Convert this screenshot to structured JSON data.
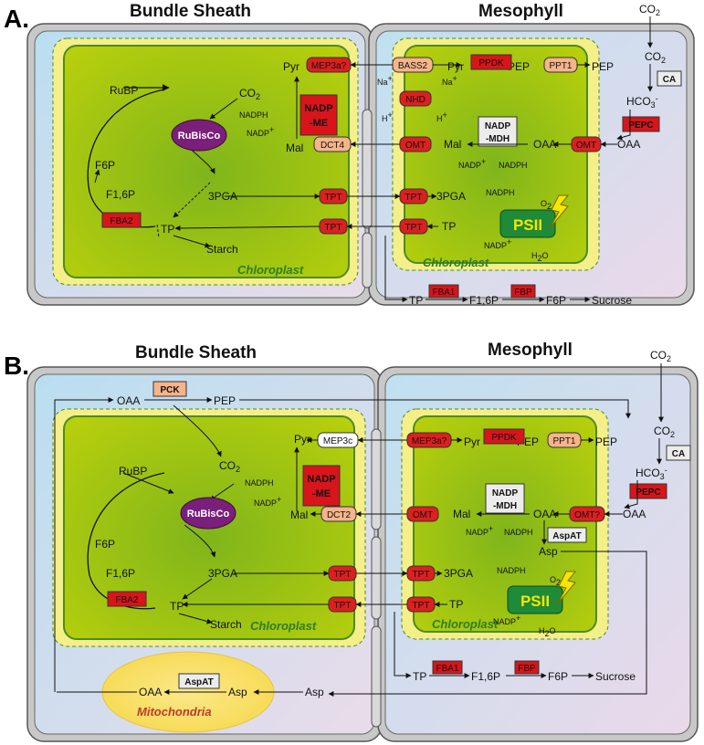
{
  "panelA": {
    "label": "A.",
    "bs_title": "Bundle Sheath",
    "ms_title": "Mesophyll",
    "chloroplast": "Chloroplast",
    "metabolites": {
      "rubp": "RuBP",
      "f6p": "F6P",
      "f16p": "F1,6P",
      "tp": "TP",
      "starch": "Starch",
      "pga3": "3PGA",
      "co2": "CO",
      "nadph": "NADPH",
      "nadp": "NADP",
      "mal": "Mal",
      "pyr": "Pyr",
      "pep": "PEP",
      "oaa": "OAA",
      "hco3": "HCO",
      "na": "Na",
      "h": "H",
      "o2": "O",
      "h2o": "H",
      "sucrose": "Sucrose"
    },
    "enzymes": {
      "rubisco": "RuBisCo",
      "nadp_me_1": "NADP",
      "nadp_me_2": "-ME",
      "nadp_mdh_1": "NADP",
      "nadp_mdh_2": "-MDH",
      "fba2": "FBA2",
      "fba1": "FBA1",
      "fbp": "FBP",
      "ppdk": "PPDK",
      "pepc": "PEPC",
      "ca": "CA",
      "psii": "PSII"
    },
    "transporters": {
      "mep3a": "MEP3a?",
      "bass2": "BASS2",
      "nhd": "NHD",
      "ppt1": "PPT1",
      "dct4": "DCT4",
      "omt1": "OMT",
      "omt2": "OMT",
      "tpt1": "TPT",
      "tpt2": "TPT",
      "tpt3": "TPT",
      "tpt4": "TPT"
    }
  },
  "panelB": {
    "label": "B.",
    "bs_title": "Bundle Sheath",
    "ms_title": "Mesophyll",
    "chloroplast": "Chloroplast",
    "mitochondria": "Mitochondria",
    "metabolites": {
      "oaa": "OAA",
      "pep": "PEP",
      "rubp": "RuBP",
      "f6p": "F6P",
      "f16p": "F1,6P",
      "tp": "TP",
      "starch": "Starch",
      "pga3": "3PGA",
      "co2": "CO",
      "nadph": "NADPH",
      "nadp": "NADP",
      "mal": "Mal",
      "pyr": "Pyr",
      "asp": "Asp",
      "hco3": "HCO",
      "o2": "O",
      "h2o": "H",
      "sucrose": "Sucrose"
    },
    "enzymes": {
      "pck": "PCK",
      "rubisco": "RuBisCo",
      "nadp_me_1": "NADP",
      "nadp_me_2": "-ME",
      "nadp_mdh_1": "NADP",
      "nadp_mdh_2": "-MDH",
      "aspat1": "AspAT",
      "aspat2": "AspAT",
      "fba2": "FBA2",
      "fba1": "FBA1",
      "fbp": "FBP",
      "ppdk": "PPDK",
      "pepc": "PEPC",
      "ca": "CA",
      "psii": "PSII"
    },
    "transporters": {
      "mep3c": "MEP3c",
      "mep3a": "MEP3a?",
      "ppt1": "PPT1",
      "dct2": "DCT2",
      "omt1": "OMT",
      "omt2": "OMT?",
      "tpt1": "TPT",
      "tpt2": "TPT",
      "tpt3": "TPT",
      "tpt4": "TPT"
    }
  },
  "sub": {
    "two": "2",
    "three": "3",
    "plus": "+",
    "minus": "-"
  },
  "colors": {
    "enzyme_red": "#d9141b",
    "transporter_red": "#dd1f1f",
    "transporter_orange": "#f5b48a",
    "chloroplast_fill": "#a9c814",
    "chloroplast_halo": "#f4ef88",
    "rubisco": "#7a1f7a",
    "psii": "#1f8a38"
  }
}
